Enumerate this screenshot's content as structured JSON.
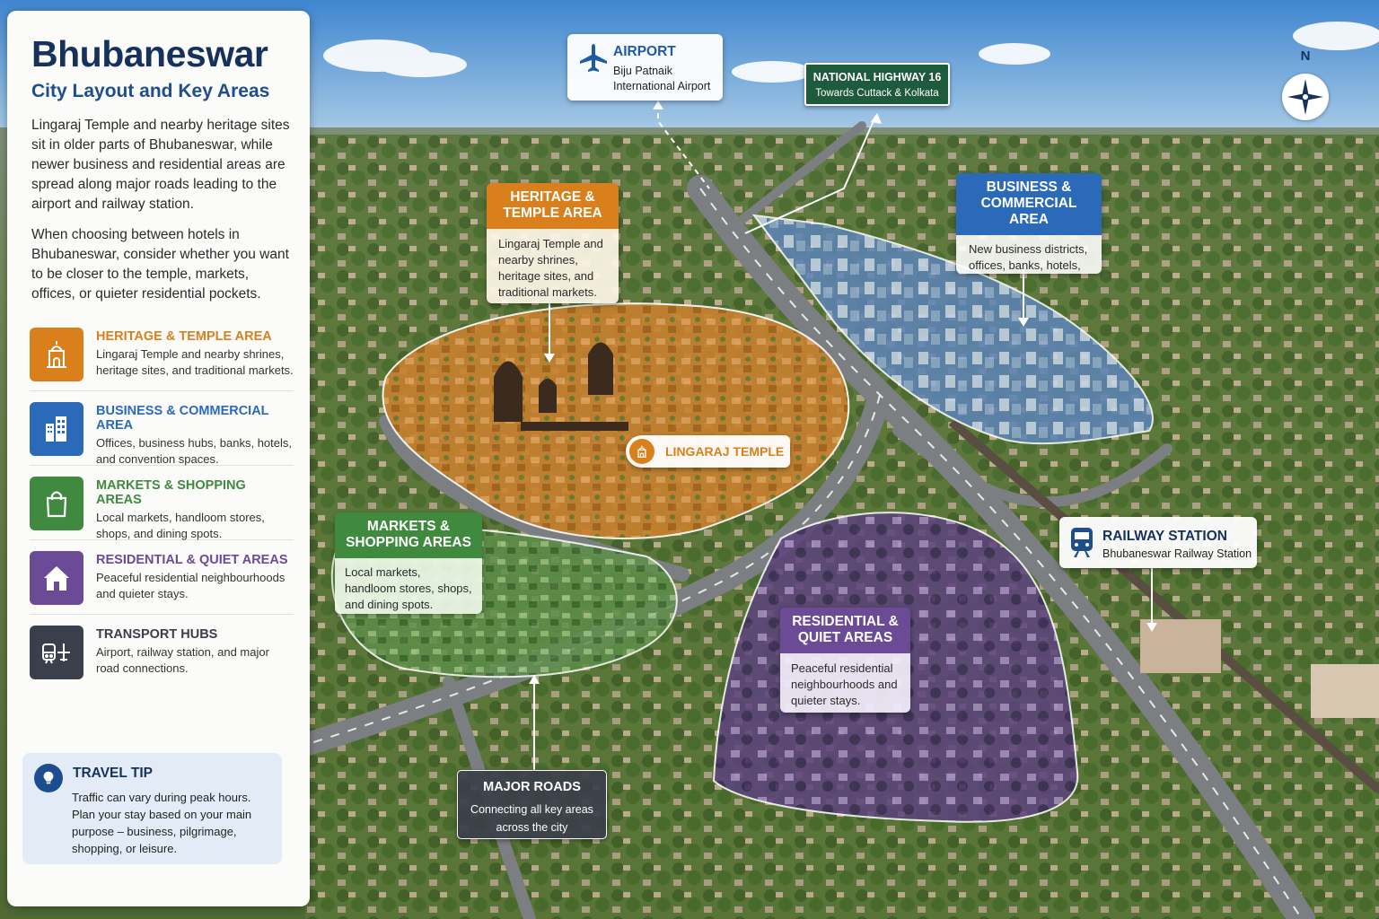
{
  "panel": {
    "title": "Bhubaneswar",
    "subtitle": "City Layout and Key Areas",
    "intro": "Lingaraj Temple and nearby heritage sites sit in older parts of Bhubaneswar, while newer business and residential areas are spread along major roads leading to the airport and railway station.",
    "advice": "When choosing between hotels in Bhubaneswar, consider whether you want to be closer to the temple, markets, offices, or quieter residential pockets."
  },
  "legend": [
    {
      "name": "HERITAGE & TEMPLE AREA",
      "desc": "Lingaraj Temple and nearby shrines, heritage sites, and traditional markets.",
      "color": "#d9801c",
      "icon": "temple-icon"
    },
    {
      "name": "BUSINESS & COMMERCIAL AREA",
      "desc": "Offices, business hubs, banks, hotels, and convention spaces.",
      "color": "#2a6ab8",
      "icon": "buildings-icon"
    },
    {
      "name": "MARKETS & SHOPPING AREAS",
      "desc": "Local markets, handloom stores, shops, and dining spots.",
      "color": "#3f8a3e",
      "icon": "shopping-bag-icon"
    },
    {
      "name": "RESIDENTIAL & QUIET AREAS",
      "desc": "Peaceful residential neighbourhoods and quieter stays.",
      "color": "#6b4a96",
      "icon": "house-icon"
    },
    {
      "name": "TRANSPORT HUBS",
      "desc": "Airport, railway station, and major road connections.",
      "color": "#3a3f4b",
      "icon": "train-plane-icon"
    }
  ],
  "tip": {
    "title": "TRAVEL TIP",
    "text": "Traffic can vary during peak hours. Plan your stay based on your main purpose – business, pilgrimage, shopping, or leisure."
  },
  "map": {
    "airport": {
      "title": "AIRPORT",
      "line1": "Biju Patnaik",
      "line2": "International Airport"
    },
    "highway": {
      "title": "NATIONAL HIGHWAY 16",
      "subtitle": "Towards Cuttack & Kolkata"
    },
    "compass": "N",
    "heritage": {
      "line1": "HERITAGE &",
      "line2": "TEMPLE AREA",
      "desc": "Lingaraj Temple and nearby shrines, heritage sites, and traditional markets."
    },
    "business": {
      "line1": "BUSINESS &",
      "line2": "COMMERCIAL AREA",
      "desc": "New business districts, offices, banks, hotels, and convention spaces."
    },
    "lingaraj": "LINGARAJ TEMPLE",
    "markets": {
      "line1": "MARKETS &",
      "line2": "SHOPPING AREAS",
      "desc": "Local markets, handloom stores, shops, and dining spots."
    },
    "railway": {
      "title": "RAILWAY STATION",
      "subtitle": "Bhubaneswar Railway Station"
    },
    "residential": {
      "line1": "RESIDENTIAL &",
      "line2": "QUIET AREAS",
      "desc": "Peaceful residential neighbourhoods and quieter stays."
    },
    "roads": {
      "title": "MAJOR ROADS",
      "line1": "Connecting all key areas",
      "line2": "across the city"
    }
  },
  "colors": {
    "heritage": "#d9801c",
    "business": "#2a6ab8",
    "markets": "#3f8a3e",
    "residential": "#6b4a96",
    "transport": "#3a3f4b",
    "highway": "#1e5a3c"
  }
}
